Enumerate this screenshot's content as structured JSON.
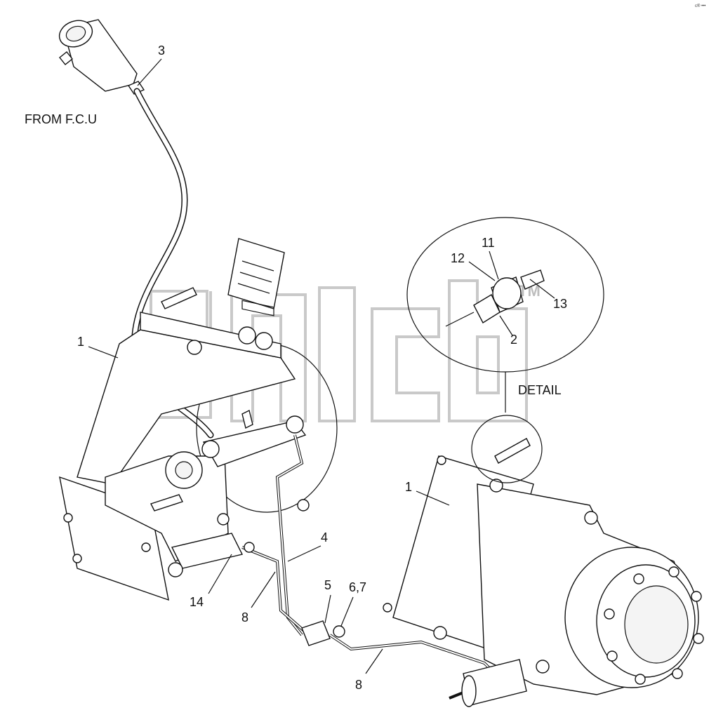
{
  "labels": {
    "from_fcu": "FROM F.C.U",
    "detail": "DETAIL",
    "callout_1_left": "1",
    "callout_1_right": "1",
    "callout_2": "2",
    "callout_3": "3",
    "callout_4": "4",
    "callout_5": "5",
    "callout_6_7": "6,7",
    "callout_8_left": "8",
    "callout_8_bottom": "8",
    "callout_11": "11",
    "callout_12": "12",
    "callout_13": "13",
    "callout_14": "14"
  },
  "watermark": {
    "mark": "TM"
  },
  "corner_mark": "c® •••"
}
